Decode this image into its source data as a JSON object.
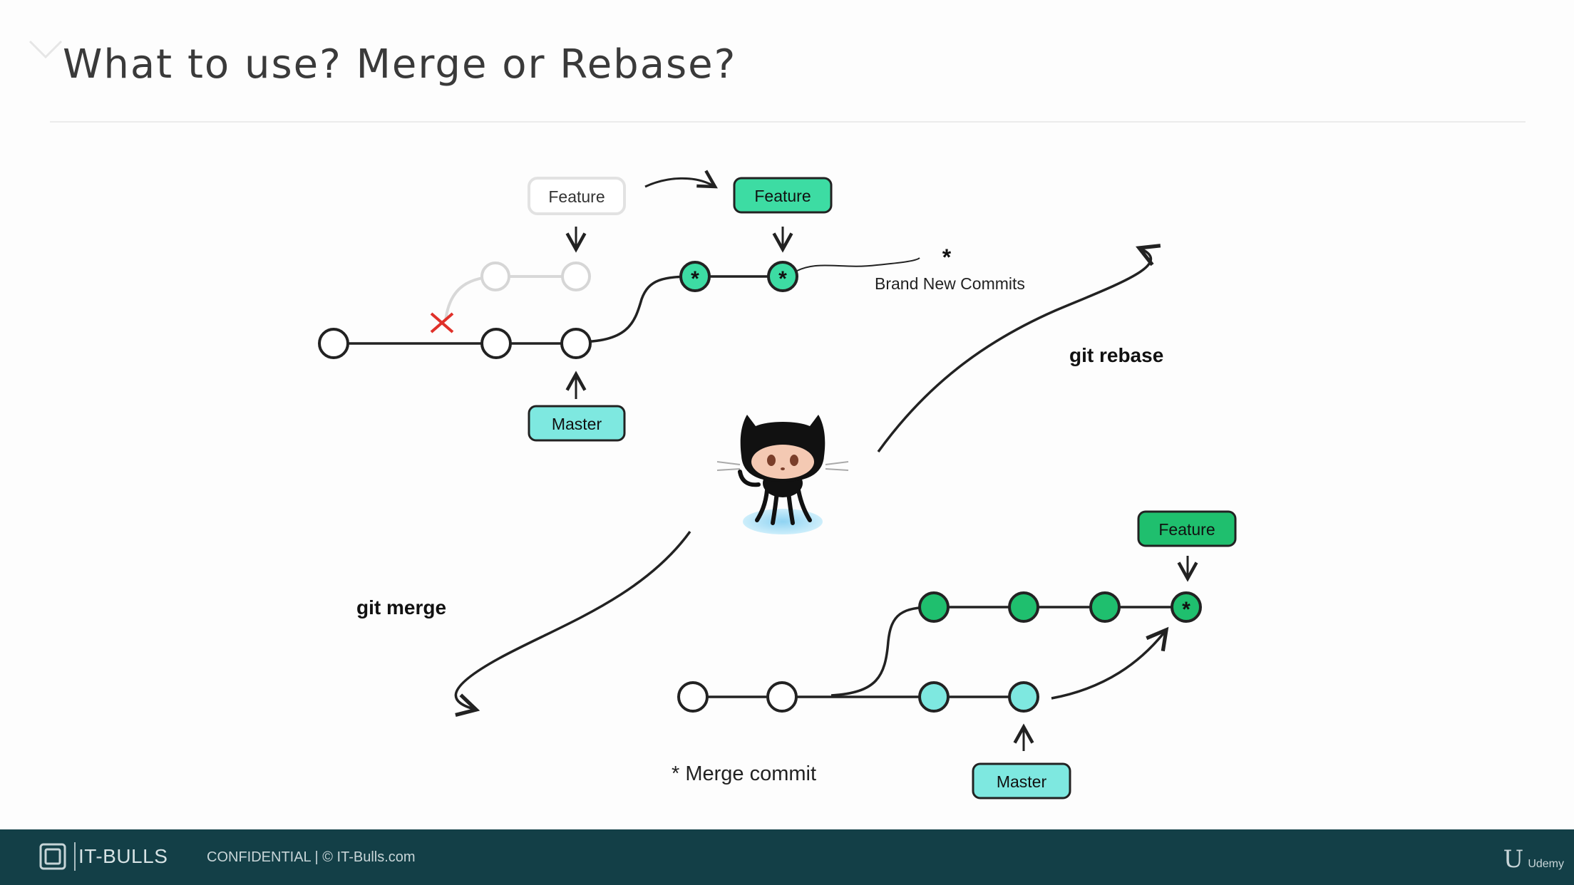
{
  "slide": {
    "title": "What to use? Merge or Rebase?"
  },
  "rebase_diagram": {
    "old_feature_label": "Feature",
    "new_feature_label": "Feature",
    "master_label": "Master",
    "star_symbol": "*",
    "brand_new_commits_note": "Brand New Commits",
    "discarded_mark": "×"
  },
  "merge_diagram": {
    "feature_label": "Feature",
    "master_label": "Master",
    "merge_commit_note": "* Merge commit"
  },
  "actions": {
    "rebase_label": "git rebase",
    "merge_label": "git merge"
  },
  "footer": {
    "company": "IT-BULLS",
    "confidential": "CONFIDENTIAL  |  © IT-Bulls.com",
    "platform": "Udemy",
    "platform_glyph": "U"
  },
  "colors": {
    "feature_green": "#3ddca3",
    "merge_feature_green": "#1fbf6e",
    "master_cyan": "#7ee8e0",
    "footer_bg": "#133f47",
    "discard_red": "#e0312a",
    "ghost_gray": "#d6d6d6"
  }
}
